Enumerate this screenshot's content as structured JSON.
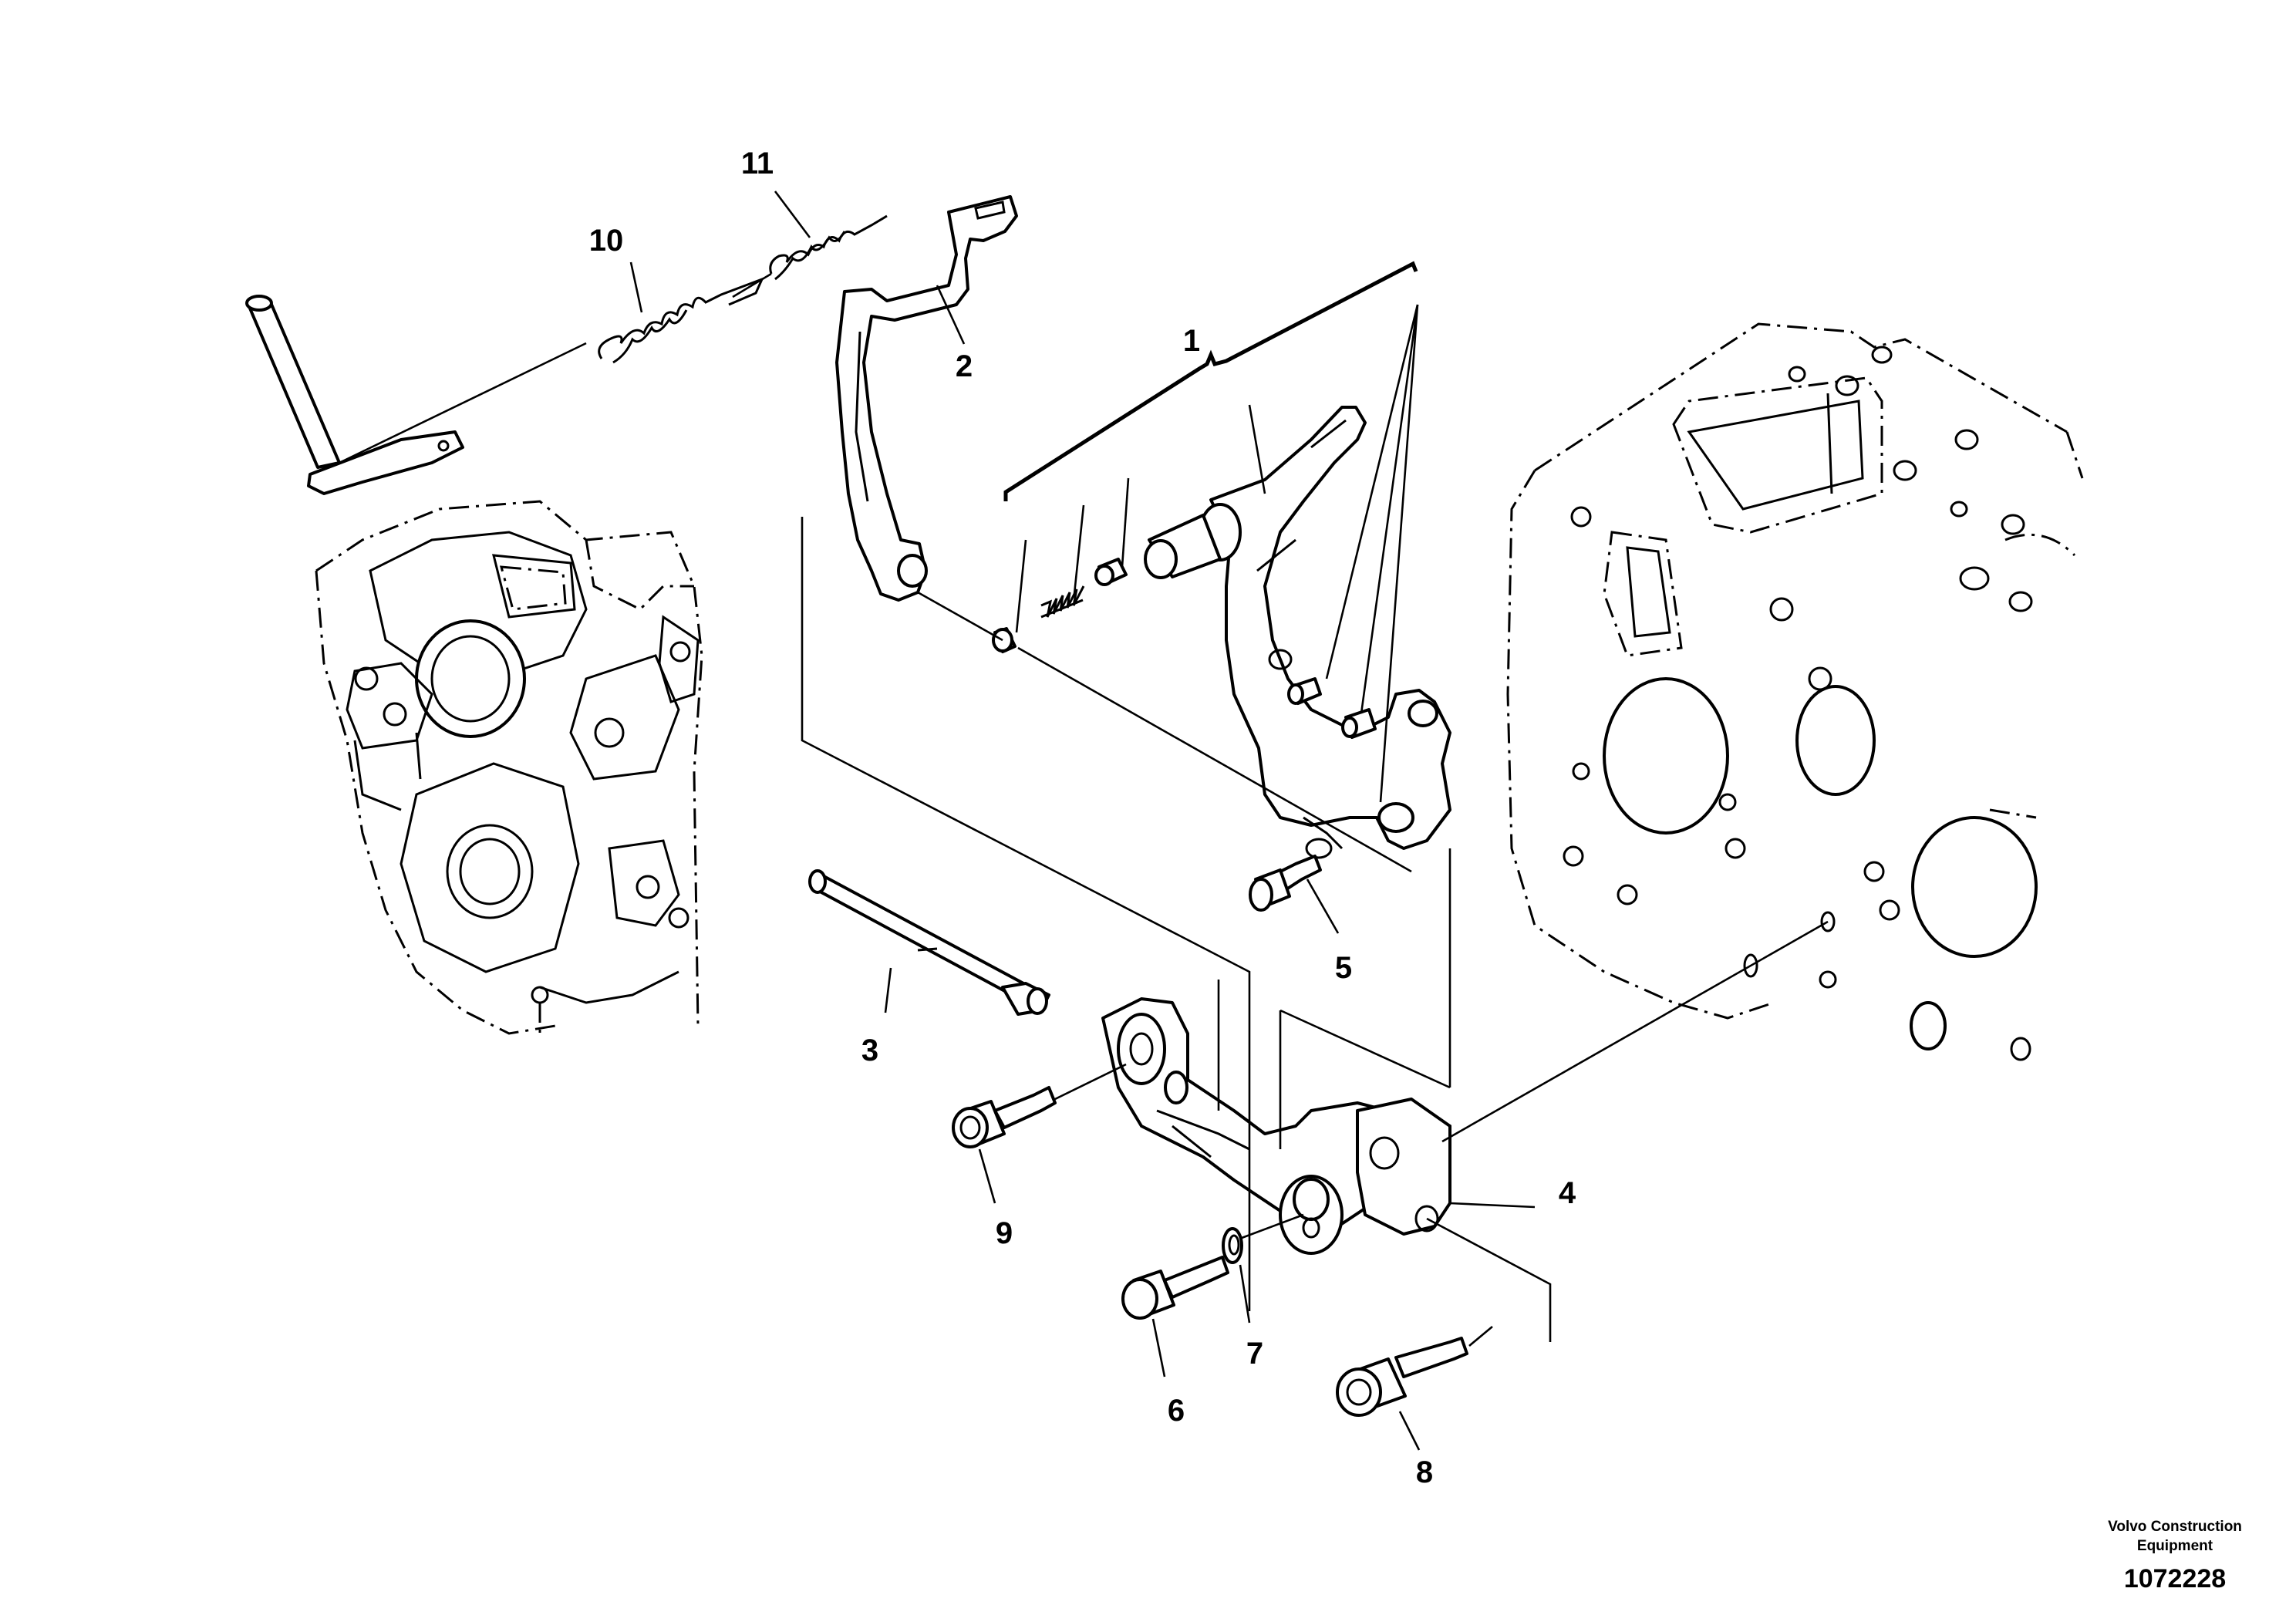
{
  "diagram": {
    "callouts": {
      "c1": "1",
      "c2": "2",
      "c3": "3",
      "c4": "4",
      "c5": "5",
      "c6": "6",
      "c7": "7",
      "c8": "8",
      "c9": "9",
      "c10": "10",
      "c11": "11"
    },
    "brand_line1": "Volvo Construction",
    "brand_line2": "Equipment",
    "image_code": "1072228"
  }
}
